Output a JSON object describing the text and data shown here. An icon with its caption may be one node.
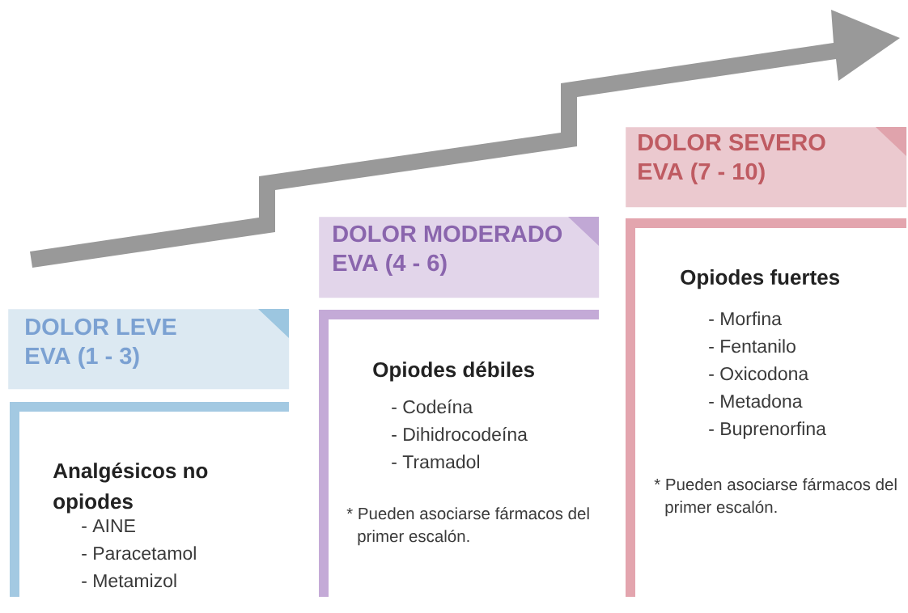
{
  "diagram": {
    "nodes": [
      {
        "text": [
          "DOLOR LEVE",
          "EVA (1 - 3)"
        ]
      },
      {
        "text": [
          "Analgésicos no opiodes",
          "- AINE",
          "- Paracetamol",
          "- Metamizol"
        ]
      },
      {
        "text": [
          "DOLOR MODERADO",
          "EVA (4 - 6)"
        ]
      },
      {
        "text": [
          "Opiodes débiles",
          "- Codeína",
          "- Dihidrocodeína",
          "- Tramadol",
          "* Pueden asociarse fármacos del primer escalón."
        ]
      },
      {
        "text": [
          "DOLOR SEVERO",
          "EVA (7 - 10)"
        ]
      },
      {
        "text": [
          "Opiodes fuertes",
          "- Morfina",
          "- Fentanilo",
          "- Oxicodona",
          "- Metadona",
          "- Buprenorfina",
          "* Pueden asociarse fármacos del primer escalón."
        ]
      }
    ]
  }
}
